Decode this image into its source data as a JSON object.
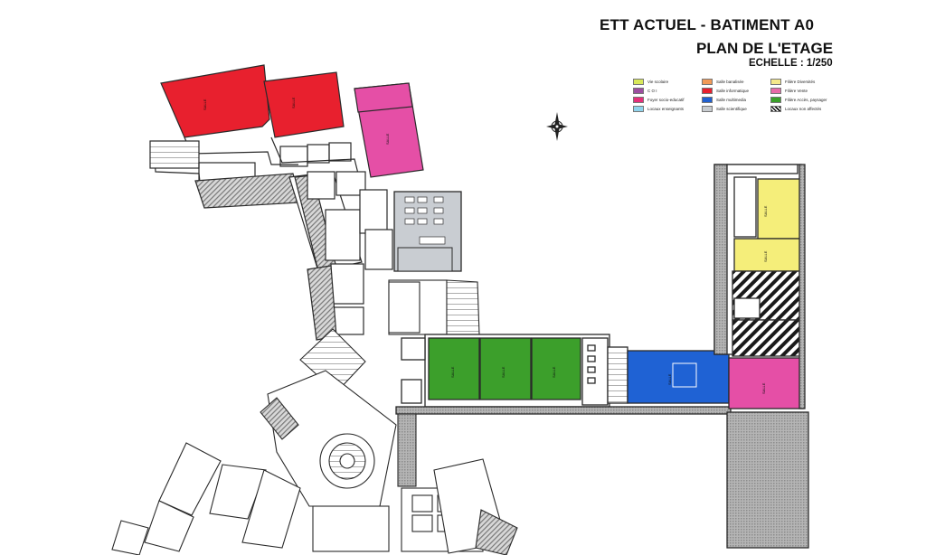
{
  "header": {
    "title": "ETT ACTUEL - BATIMENT A0",
    "subtitle": "PLAN DE L'ETAGE",
    "scale": "ECHELLE : 1/250"
  },
  "legend": [
    {
      "label": "Vie scolaire",
      "color": "#d8e85a"
    },
    {
      "label": "C O I",
      "color": "#9c4ea0"
    },
    {
      "label": "Foyer socio-educatif",
      "color": "#e4307a"
    },
    {
      "label": "Locaux enseignants",
      "color": "#8fd3ec"
    },
    {
      "label": "Salle banalisée",
      "color": "#f29a57"
    },
    {
      "label": "Salle informatique",
      "color": "#e8202e"
    },
    {
      "label": "Salle multimedia",
      "color": "#2060d0"
    },
    {
      "label": "Salle scientifique",
      "color": "#c8ccd0"
    },
    {
      "label": "Filière Diversités",
      "color": "#f5e88a"
    },
    {
      "label": "Filière Vente",
      "color": "#e86aa8"
    },
    {
      "label": "Filière Accès, paysager",
      "color": "#3aa02a"
    },
    {
      "label": "Locaux non affectés",
      "color": "hatch"
    }
  ],
  "colors": {
    "informatique": "#e8202e",
    "vente": "#e54fa6",
    "scientifique": "#c9cdd2",
    "paysager": "#3c9f2b",
    "multimedia": "#1f62d4",
    "diversite": "#f5ee7a",
    "vie_scolaire": "#d8e85a",
    "coi": "#9c4ea0",
    "foyer": "#e4307a",
    "enseignants": "#8fd3ec",
    "banalisee": "#f29a57",
    "wall": "#2a2a2a",
    "corridor": "#bdbdbd"
  },
  "icons": {
    "compass": "compass-rose-icon"
  }
}
